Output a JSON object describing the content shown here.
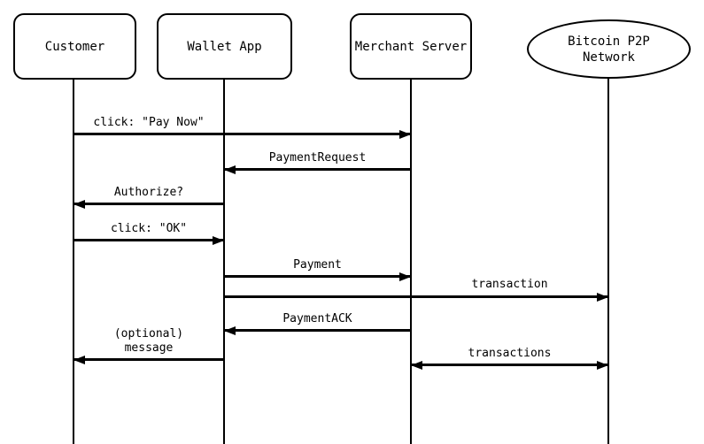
{
  "diagram": {
    "type": "sequence-diagram",
    "subject": "Bitcoin payment protocol flow",
    "colors": {
      "line": "#000000",
      "background": "#ffffff",
      "shape_fill": "#ffffff",
      "text": "#000000"
    }
  },
  "participants": [
    {
      "id": "customer",
      "label": "Customer",
      "shape": "rounded-rect"
    },
    {
      "id": "wallet-app",
      "label": "Wallet App",
      "shape": "rounded-rect"
    },
    {
      "id": "merchant-server",
      "label": "Merchant Server",
      "shape": "rounded-rect"
    },
    {
      "id": "bitcoin-p2p-network",
      "label": "Bitcoin P2P\nNetwork",
      "shape": "ellipse"
    }
  ],
  "messages": [
    {
      "label": "click: \"Pay Now\"",
      "from": "Customer",
      "to": "Merchant Server",
      "direction": "right"
    },
    {
      "label": "PaymentRequest",
      "from": "Merchant Server",
      "to": "Wallet App",
      "direction": "left"
    },
    {
      "label": "Authorize?",
      "from": "Wallet App",
      "to": "Customer",
      "direction": "left"
    },
    {
      "label": "click: \"OK\"",
      "from": "Customer",
      "to": "Wallet App",
      "direction": "right"
    },
    {
      "label": "Payment",
      "from": "Wallet App",
      "to": "Merchant Server",
      "direction": "right"
    },
    {
      "label": "transaction",
      "from": "Wallet App",
      "to": "Bitcoin P2P Network",
      "direction": "right"
    },
    {
      "label": "PaymentACK",
      "from": "Merchant Server",
      "to": "Wallet App",
      "direction": "left"
    },
    {
      "label": "(optional)\nmessage",
      "from": "Wallet App",
      "to": "Customer",
      "direction": "left"
    },
    {
      "label": "transactions",
      "from": "Merchant Server",
      "to": "Bitcoin P2P Network",
      "direction": "both"
    }
  ]
}
